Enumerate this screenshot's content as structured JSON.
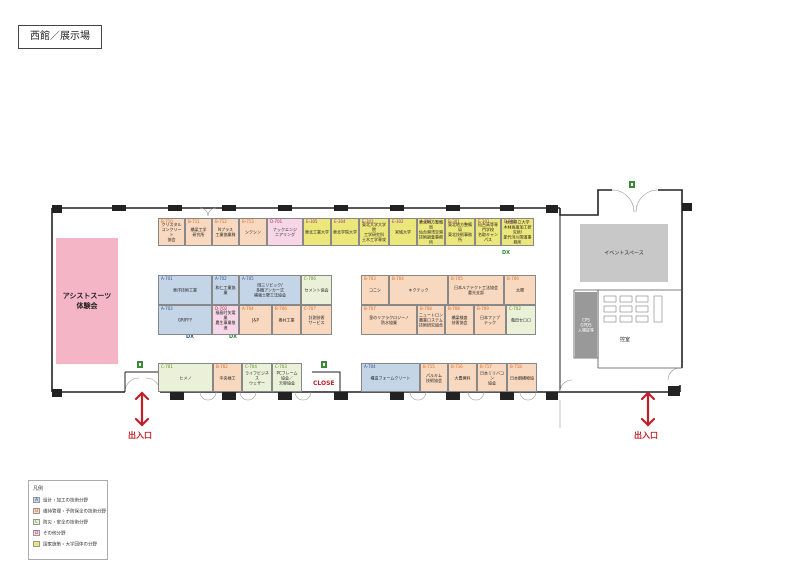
{
  "title": "西館／展示場",
  "assist": {
    "label": "アシストスーツ\n体験会"
  },
  "event_space": {
    "label": "イベントスペース"
  },
  "control_room": {
    "label": "控室"
  },
  "reception": {
    "label": "CPS\nGPDS\n入場証等"
  },
  "close_label": "CLOSE",
  "exits": [
    {
      "label": "出入口"
    },
    {
      "label": "出入口"
    }
  ],
  "dx_labels": [
    {
      "label": "DX"
    },
    {
      "label": "DX"
    },
    {
      "label": "DX"
    }
  ],
  "legend": {
    "title": "凡例",
    "items": [
      {
        "code": "A",
        "label": "設計・加工の技術分野",
        "color": "#c5d5e8"
      },
      {
        "code": "B",
        "label": "維持管理・予防保全の技術分野",
        "color": "#f8d9bf"
      },
      {
        "code": "C",
        "label": "防災・安全の技術分野",
        "color": "#ebf1d8"
      },
      {
        "code": "D",
        "label": "その他分野",
        "color": "#f6d6e7"
      },
      {
        "code": "",
        "label": "国家施策・大学団体の分野",
        "color": "#ece77a"
      }
    ]
  },
  "booths": [
    {
      "id": "B-710",
      "name": "クリスタル\nコンクリート\n協会",
      "cat": "B"
    },
    {
      "id": "B-711",
      "name": "橋梁工学\n研究所",
      "cat": "B"
    },
    {
      "id": "B-712",
      "name": "Nプラス\n工業協業株",
      "cat": "B"
    },
    {
      "id": "B-713",
      "name": "シクシン",
      "cat": "B"
    },
    {
      "id": "D-701",
      "name": "ナックエンジ\nニアリング",
      "cat": "D"
    },
    {
      "id": "E-305",
      "name": "東北工業大学",
      "cat": "E"
    },
    {
      "id": "E-304",
      "name": "東北学院大学",
      "cat": "E"
    },
    {
      "id": "E-303",
      "name": "東北大学大学院\n工学研究科\n土木工学専攻",
      "cat": "E"
    },
    {
      "id": "E-302",
      "name": "宮城大学",
      "cat": "E"
    },
    {
      "id": "A-301",
      "name": "東北地方整備局\n仙台港湾空港\n技術調査事務所",
      "cat": "E"
    },
    {
      "id": "B-301",
      "name": "東北地方整備局\n東北技術事務所",
      "cat": "E"
    },
    {
      "id": "E-301",
      "name": "仙台高等専門学校\n名取キャンパス",
      "cat": "E"
    },
    {
      "id": "E-300",
      "name": "秋田県立大学\n木材高度加工研究所/\n能代河川国道事務所",
      "cat": "E"
    },
    {
      "id": "A-701",
      "name": "東洋技術工業",
      "cat": "A"
    },
    {
      "id": "A-702",
      "name": "和仁工業協業",
      "cat": "A"
    },
    {
      "id": "A-705",
      "name": "岡三リビック/\n多機アンカー式\n補強土壁工法協会",
      "cat": "A"
    },
    {
      "id": "C-706",
      "name": "セメント協会",
      "cat": "C"
    },
    {
      "id": "A-703",
      "name": "GRIFFY",
      "cat": "A"
    },
    {
      "id": "D-702",
      "name": "福島吋矢電業\n農生事業推進",
      "cat": "D"
    },
    {
      "id": "A-704",
      "name": "J&P",
      "cat": "B"
    },
    {
      "id": "B-706",
      "name": "奥村工業",
      "cat": "B"
    },
    {
      "id": "C-707",
      "name": "計測技術\nサービス",
      "cat": "B"
    },
    {
      "id": "B-703",
      "name": "コニシ",
      "cat": "B"
    },
    {
      "id": "B-704",
      "name": "キクテック",
      "cat": "B"
    },
    {
      "id": "B-705",
      "name": "日本ルナテクト工法協会\n重光支部",
      "cat": "B"
    },
    {
      "id": "B-706",
      "name": "太陽",
      "cat": "B"
    },
    {
      "id": "B-707",
      "name": "皇のリフラクロジーノ\n防水協業",
      "cat": "B"
    },
    {
      "id": "B-708",
      "name": "ニュートロン\n農業ロステム\n技術研究組合",
      "cat": "B"
    },
    {
      "id": "B-708",
      "name": "橋梁検査\n技術協会",
      "cat": "B"
    },
    {
      "id": "B-709",
      "name": "日本ファブ\nテック",
      "cat": "B"
    },
    {
      "id": "C-702",
      "name": "亀田セロロ",
      "cat": "C"
    },
    {
      "id": "C-701",
      "name": "ヒメノ",
      "cat": "C"
    },
    {
      "id": "B-702",
      "name": "中央検工",
      "cat": "B"
    },
    {
      "id": "C-704",
      "name": "ライフビジネス\nウェザー",
      "cat": "C"
    },
    {
      "id": "C-703",
      "name": "PCフレーム\n協会／\n天容協会",
      "cat": "C"
    },
    {
      "id": "A-704",
      "name": "構造フォームクリート",
      "cat": "A"
    },
    {
      "id": "B-715",
      "name": "パルキム\n技術協会",
      "cat": "B"
    },
    {
      "id": "B-716",
      "name": "大豊建料",
      "cat": "B"
    },
    {
      "id": "B-717",
      "name": "日本ミリバコン\n協会",
      "cat": "B"
    },
    {
      "id": "B-718",
      "name": "日本鋼橋物協",
      "cat": "B"
    }
  ]
}
